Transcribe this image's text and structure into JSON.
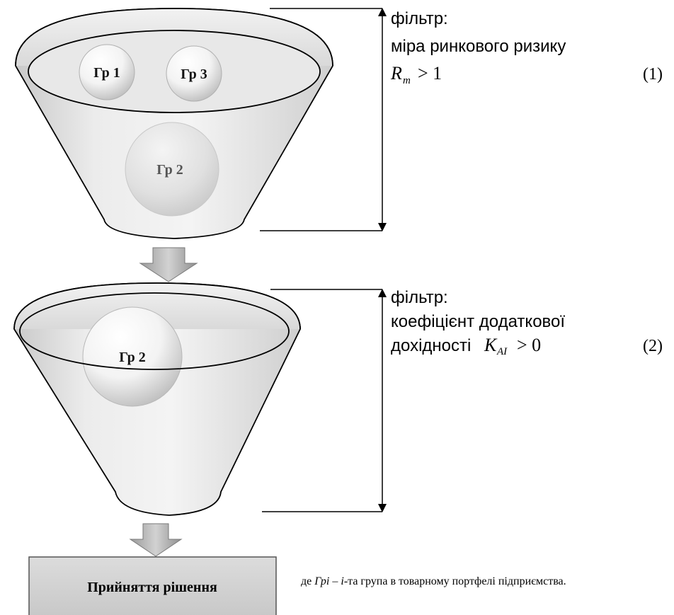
{
  "stage1": {
    "balls": [
      "Гр 1",
      "Гр 3",
      "Гр 2"
    ],
    "filter_title": "фільтр:",
    "filter_desc": "міра ринкового ризику",
    "formula_var": "R",
    "formula_sub": "m",
    "formula_rest": "> 1",
    "eq_number": "(1)"
  },
  "stage2": {
    "balls": [
      "Гр 2"
    ],
    "filter_title": "фільтр:",
    "filter_desc_line1": "коефіцієнт додаткової",
    "filter_desc_line2": "дохідності",
    "formula_var": "K",
    "formula_sub": "AI",
    "formula_rest": "> 0",
    "eq_number": "(2)"
  },
  "decision": {
    "label": "Прийняття рішення"
  },
  "note": {
    "prefix": "де ",
    "term": "Грі",
    "dash": " – ",
    "index": "і",
    "rest": "-та група в товарному портфелі підприємства."
  }
}
